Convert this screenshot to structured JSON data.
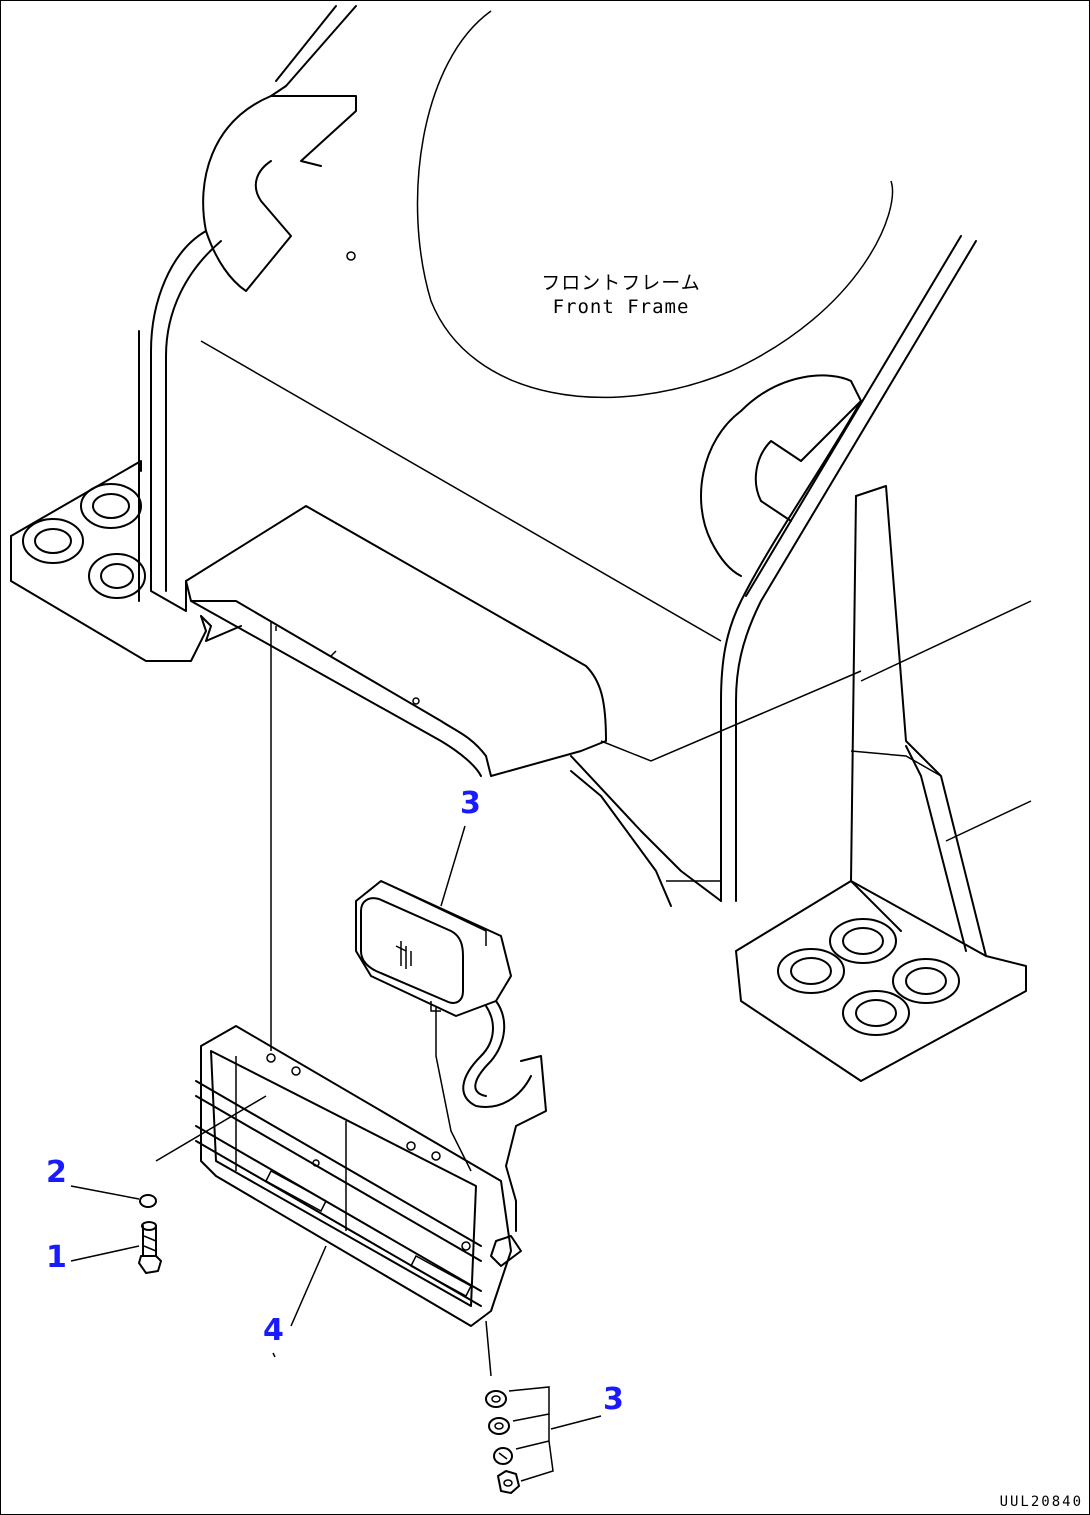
{
  "frame_label": {
    "jp": "フロントフレーム",
    "en": "Front Frame"
  },
  "callouts": {
    "bolt": "1",
    "washer": "2",
    "lamp": "3",
    "hardware_set": "3",
    "guard": "4"
  },
  "drawing_code": "UUL20840"
}
